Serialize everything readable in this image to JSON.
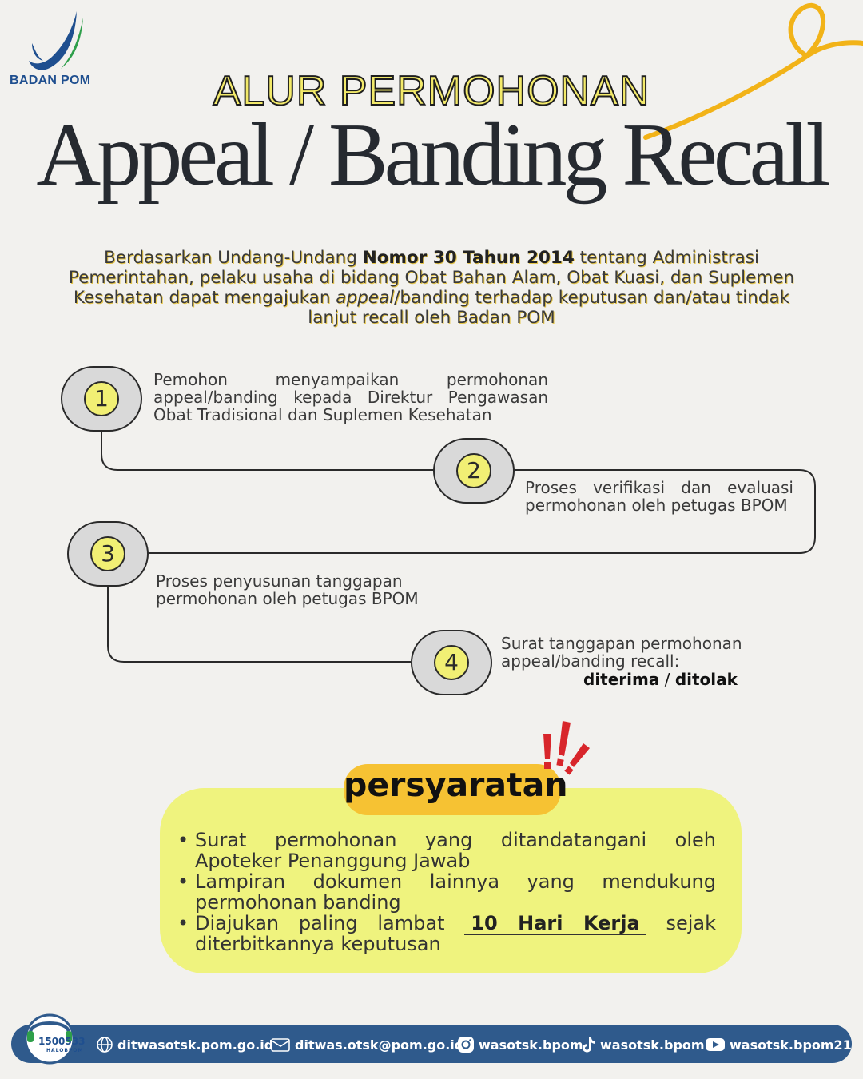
{
  "logo": {
    "text": "BADAN POM"
  },
  "header": {
    "subtitle": "ALUR PERMOHONAN",
    "title": "Appeal / Banding Recall"
  },
  "intro": {
    "part1": "Berdasarkan Undang-Undang ",
    "bold": "Nomor 30 Tahun 2014",
    "part2": " tentang Administrasi Pemerintahan, pelaku usaha di bidang Obat Bahan Alam, Obat Kuasi, dan Suplemen Kesehatan dapat mengajukan ",
    "italic": "appeal",
    "part3": "/banding terhadap keputusan dan/atau tindak lanjut recall oleh Badan POM"
  },
  "steps": [
    {
      "number": "1",
      "text": "Pemohon menyampaikan permohonan appeal/banding kepada Direktur Pengawasan Obat Tradisional dan Suplemen Kesehatan"
    },
    {
      "number": "2",
      "text": "Proses verifikasi dan evaluasi permohonan oleh petugas BPOM"
    },
    {
      "number": "3",
      "text": "Proses penyusunan tanggapan permohonan oleh petugas BPOM"
    },
    {
      "number": "4",
      "text": "Surat tanggapan permohonan appeal/banding recall:",
      "result_accept": "diterima",
      "result_sep": "/",
      "result_reject": "ditolak"
    }
  ],
  "requirements": {
    "title": "persyaratan",
    "items": [
      {
        "text": "Surat permohonan yang ditandatangani oleh Apoteker Penanggung Jawab"
      },
      {
        "text": "Lampiran dokumen lainnya yang mendukung permohonan banding"
      },
      {
        "pre": "Diajukan paling lambat ",
        "emph": "10 Hari Kerja",
        "post": " sejak diterbitkannya keputusan"
      }
    ]
  },
  "footer": {
    "hotline_number": "1500533",
    "hotline_label": "HALOBPOM",
    "website": "ditwasotsk.pom.go.id",
    "email": "ditwas.otsk@pom.go.id",
    "instagram": "wasotsk.bpom",
    "tiktok": "wasotsk.bpom",
    "youtube": "wasotsk.bpom21"
  },
  "colors": {
    "background": "#f2f1ee",
    "accent_yellow": "#f1ef74",
    "label_orange": "#f6c233",
    "footer_blue": "#2f5a8c",
    "alert_red": "#d8262b"
  }
}
